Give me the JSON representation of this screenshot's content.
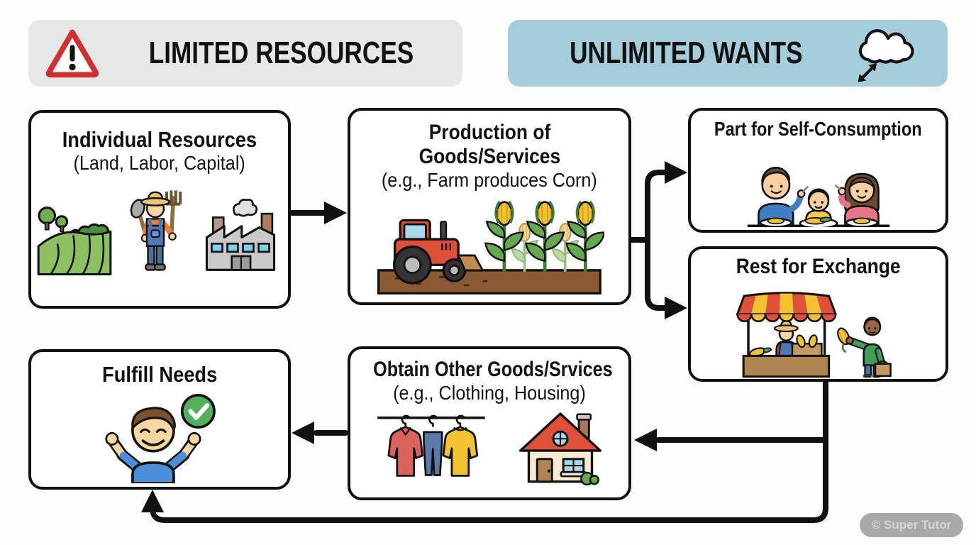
{
  "headers": {
    "limited": {
      "label": "LIMITED RESOURCES",
      "bg_color": "#e8e8e8",
      "icon": "warning-triangle-icon"
    },
    "unlimited": {
      "label": "UNLIMITED WANTS",
      "bg_color": "#a6cdda",
      "icon": "cloud-expand-icon"
    }
  },
  "boxes": {
    "individual": {
      "title": "Individual Resources",
      "subtitle": "(Land, Labor, Capital)",
      "icons": [
        "farm-field-icon",
        "farmer-icon",
        "factory-icon"
      ]
    },
    "production": {
      "title_line1": "Production of",
      "title_line2": "Goods/Services",
      "subtitle": "(e.g., Farm produces Corn)",
      "icons": [
        "tractor-icon",
        "corn-field-icon"
      ]
    },
    "self_consumption": {
      "title": "Part for Self-Consumption",
      "icons": [
        "family-eating-icon"
      ]
    },
    "exchange": {
      "title": "Rest for Exchange",
      "icons": [
        "market-stall-icon",
        "buyer-icon"
      ]
    },
    "obtain": {
      "title": "Obtain Other Goods/Srvices",
      "subtitle": "(e.g., Clothing, Housing)",
      "icons": [
        "clothes-rack-icon",
        "house-icon"
      ]
    },
    "fulfill": {
      "title": "Fulfill Needs",
      "icons": [
        "happy-child-icon",
        "check-circle-icon"
      ]
    }
  },
  "flow": [
    "Individual Resources -> Production of Goods/Services",
    "Production of Goods/Services -> Part for Self-Consumption",
    "Production of Goods/Services -> Rest for Exchange",
    "Rest for Exchange -> Obtain Other Goods/Srvices",
    "Rest for Exchange -> Fulfill Needs",
    "Obtain Other Goods/Srvices -> Fulfill Needs"
  ],
  "watermark": {
    "label": "© Super Tutor"
  },
  "colors": {
    "banner_gray": "#e8e8e8",
    "banner_blue": "#a6cdda",
    "outline": "#111111",
    "warning_red": "#cf3030",
    "check_green": "#52b05c",
    "tractor_red": "#e05038",
    "corn_yellow": "#f2c230",
    "field_green": "#8cc060",
    "sky_window_blue": "#a8d8ea"
  }
}
